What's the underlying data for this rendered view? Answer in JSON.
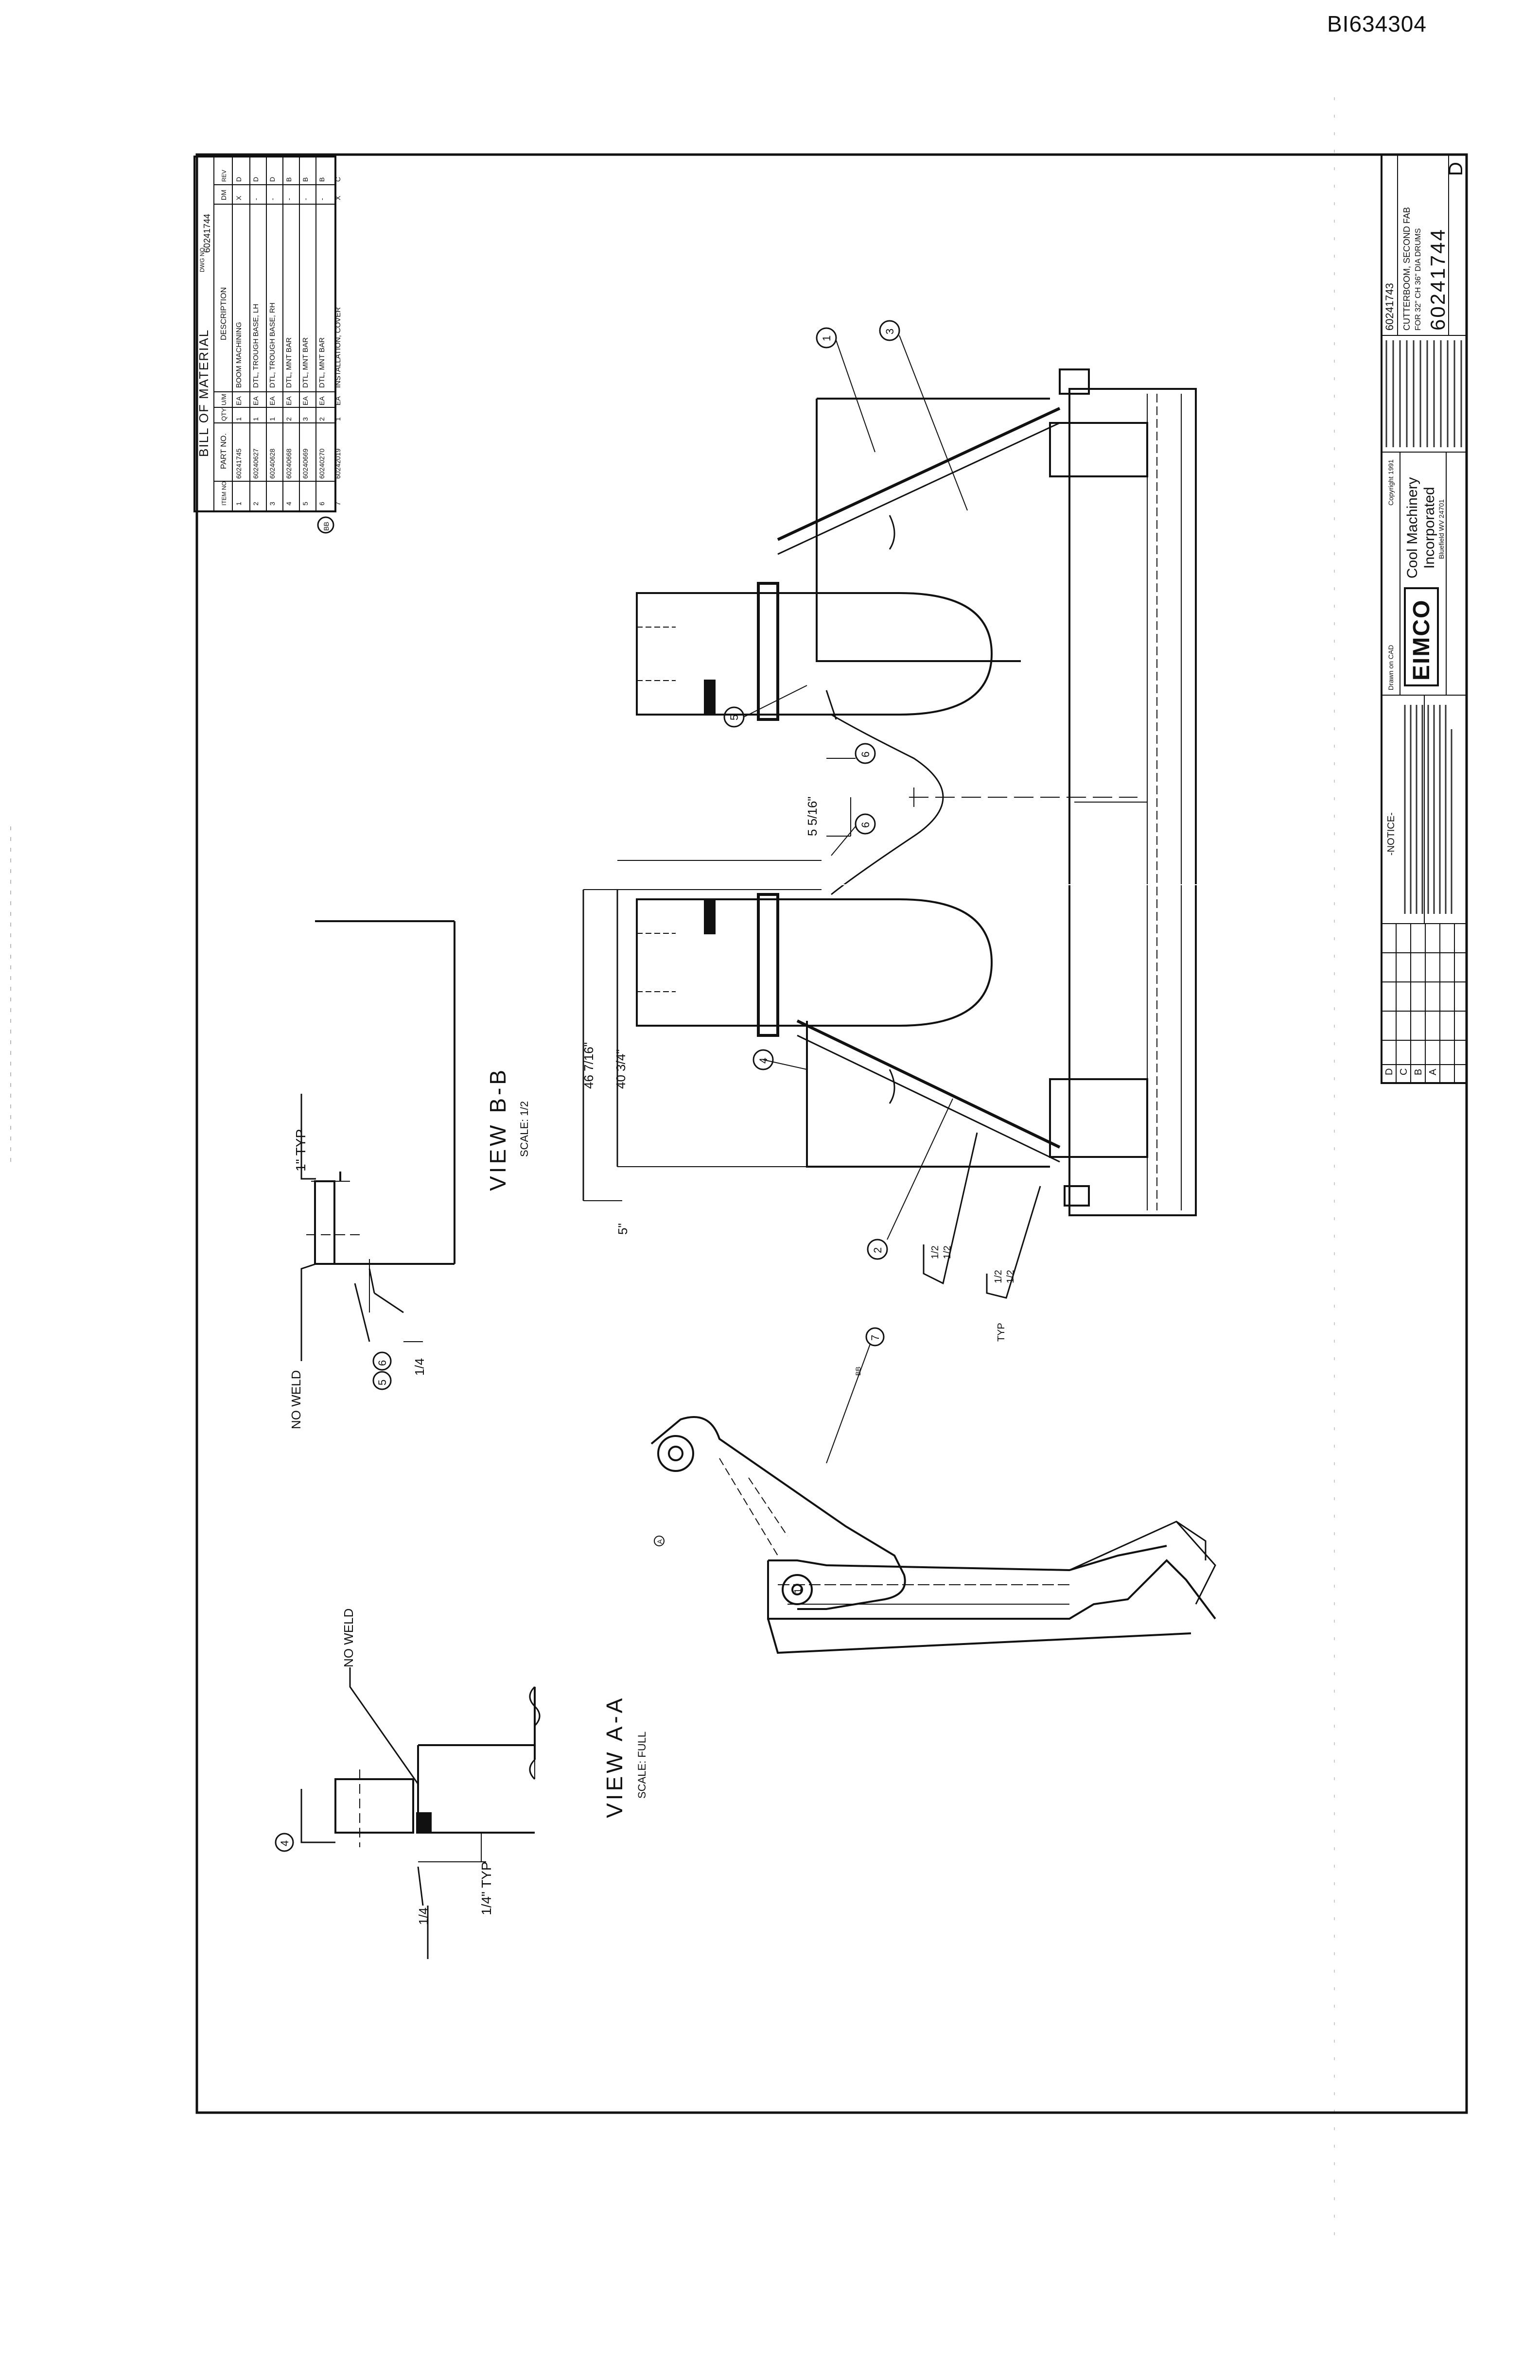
{
  "document_id": "BI634304",
  "bill_of_material": {
    "title": "BILL OF MATERIAL",
    "drawing_label": "DWG NO.",
    "drawing_number": "60241744",
    "headers": [
      "ITEM NO",
      "PART NO.",
      "QTY",
      "U/M",
      "DESCRIPTION",
      "DM",
      "REV"
    ],
    "rows": [
      {
        "item": "1",
        "part": "60241745",
        "qty": "1",
        "um": "EA",
        "desc": "BOOM MACHINING",
        "dm": "X",
        "rev": "D"
      },
      {
        "item": "2",
        "part": "60240627",
        "qty": "1",
        "um": "EA",
        "desc": "DTL, TROUGH BASE, LH",
        "dm": "-",
        "rev": "D"
      },
      {
        "item": "3",
        "part": "60240628",
        "qty": "1",
        "um": "EA",
        "desc": "DTL, TROUGH BASE, RH",
        "dm": "-",
        "rev": "D"
      },
      {
        "item": "4",
        "part": "60240668",
        "qty": "2",
        "um": "EA",
        "desc": "DTL, MNT BAR",
        "dm": "-",
        "rev": "B"
      },
      {
        "item": "5",
        "part": "60240669",
        "qty": "3",
        "um": "EA",
        "desc": "DTL, MNT BAR",
        "dm": "-",
        "rev": "B"
      },
      {
        "item": "6",
        "part": "60240270",
        "qty": "2",
        "um": "EA",
        "desc": "DTL, MNT BAR",
        "dm": "-",
        "rev": "B"
      },
      {
        "item": "7",
        "part": "60242019",
        "qty": "1",
        "um": "EA",
        "desc": "INSTALLATION, COVER",
        "dm": "X",
        "rev": "C"
      }
    ],
    "marker": "BB"
  },
  "views": {
    "view_bb": {
      "title": "VIEW B-B",
      "scale": "SCALE: 1/2",
      "note_typ": "1\" TYP",
      "no_weld": "NO WELD",
      "weld": "1/4",
      "balloon_a": "5",
      "balloon_b": "6"
    },
    "view_aa": {
      "title": "VIEW A-A",
      "scale": "SCALE: FULL",
      "note_typ": "1/4\" TYP",
      "no_weld": "NO WELD",
      "weld": "1/4",
      "balloon": "4"
    }
  },
  "dimensions": {
    "d1": "46 7/16\"",
    "d2": "40 3/4\"",
    "d3": "5\"",
    "d4": "5 5/16\""
  },
  "weld_notes": {
    "w1": "1/2",
    "w2": "1/2",
    "w3": "1/2",
    "w4": "1/2",
    "typ": "TYP"
  },
  "balloons": {
    "b1": "1",
    "b2": "2",
    "b3": "3",
    "b4": "4",
    "b5": "5",
    "b6a": "6",
    "b6b": "6",
    "b7": "7",
    "b7_suffix": "BB",
    "aa": "A",
    "side": "1"
  },
  "title_block": {
    "company_line1": "Cool Machinery",
    "company_line2": "Incorporated",
    "company_addr": "Bluefield WV 24701",
    "logo": "EIMCO",
    "copyright": "Copyright 1991",
    "drawn_on": "Drawn on CAD",
    "notice_title": "-NOTICE-",
    "title_ref": "60241743",
    "title_line1": "CUTTERBOOM, SECOND FAB",
    "title_line2": "FOR 32\" CH 36\" DIA DRUMS",
    "drawing_number": "60241744",
    "revision": "D",
    "rev_letters": [
      "D",
      "C",
      "B",
      "A"
    ]
  }
}
